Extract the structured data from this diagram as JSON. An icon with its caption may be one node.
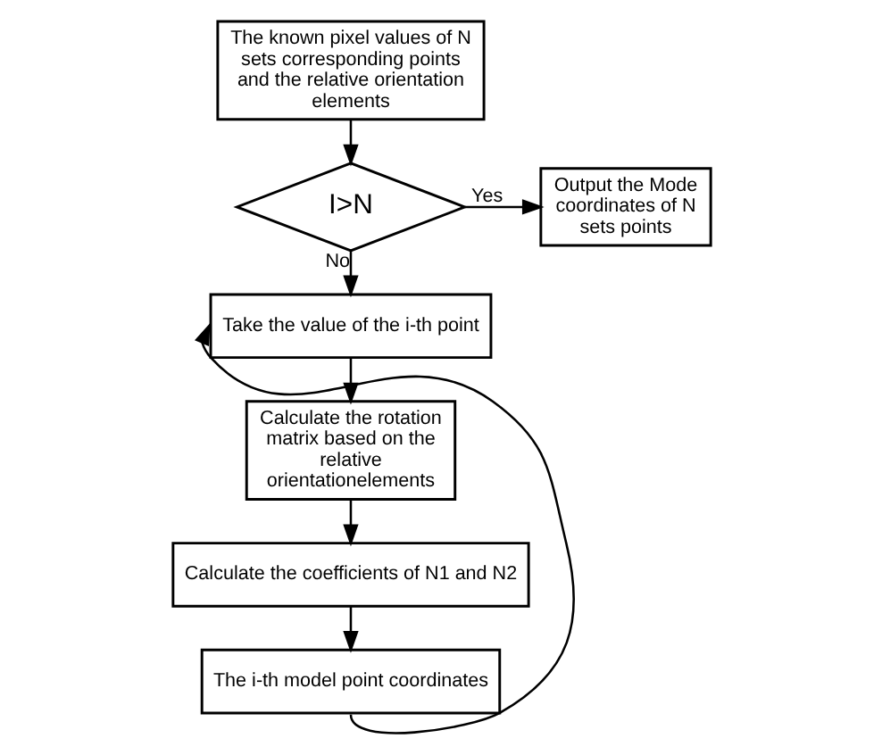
{
  "diagram": {
    "nodes": [
      {
        "text": [
          "The known pixel values of N sets corresponding points and the relative orientation elements"
        ]
      },
      {
        "text": [
          "I>N"
        ]
      },
      {
        "text": [
          "Output the Mode coordinates of N sets points"
        ]
      },
      {
        "text": [
          "Take the value of the i-th point"
        ]
      },
      {
        "text": [
          "Calculate the rotation matrix based on the relative orientationelements"
        ]
      },
      {
        "text": [
          "Calculate the coefficients of N1 and N2"
        ]
      },
      {
        "text": [
          "The i-th model point coordinates"
        ]
      }
    ],
    "edges": [
      {
        "from": 0,
        "to": 1,
        "arrow": "to"
      },
      {
        "from": 1,
        "to": 2,
        "arrow": "to",
        "label": "Yes"
      },
      {
        "from": 1,
        "to": 3,
        "arrow": "to",
        "label": "No"
      },
      {
        "from": 3,
        "to": 4,
        "arrow": "to"
      },
      {
        "from": 4,
        "to": 5,
        "arrow": "to"
      },
      {
        "from": 5,
        "to": 6,
        "arrow": "to"
      },
      {
        "from": 6,
        "to": 3,
        "arrow": "to"
      }
    ]
  }
}
